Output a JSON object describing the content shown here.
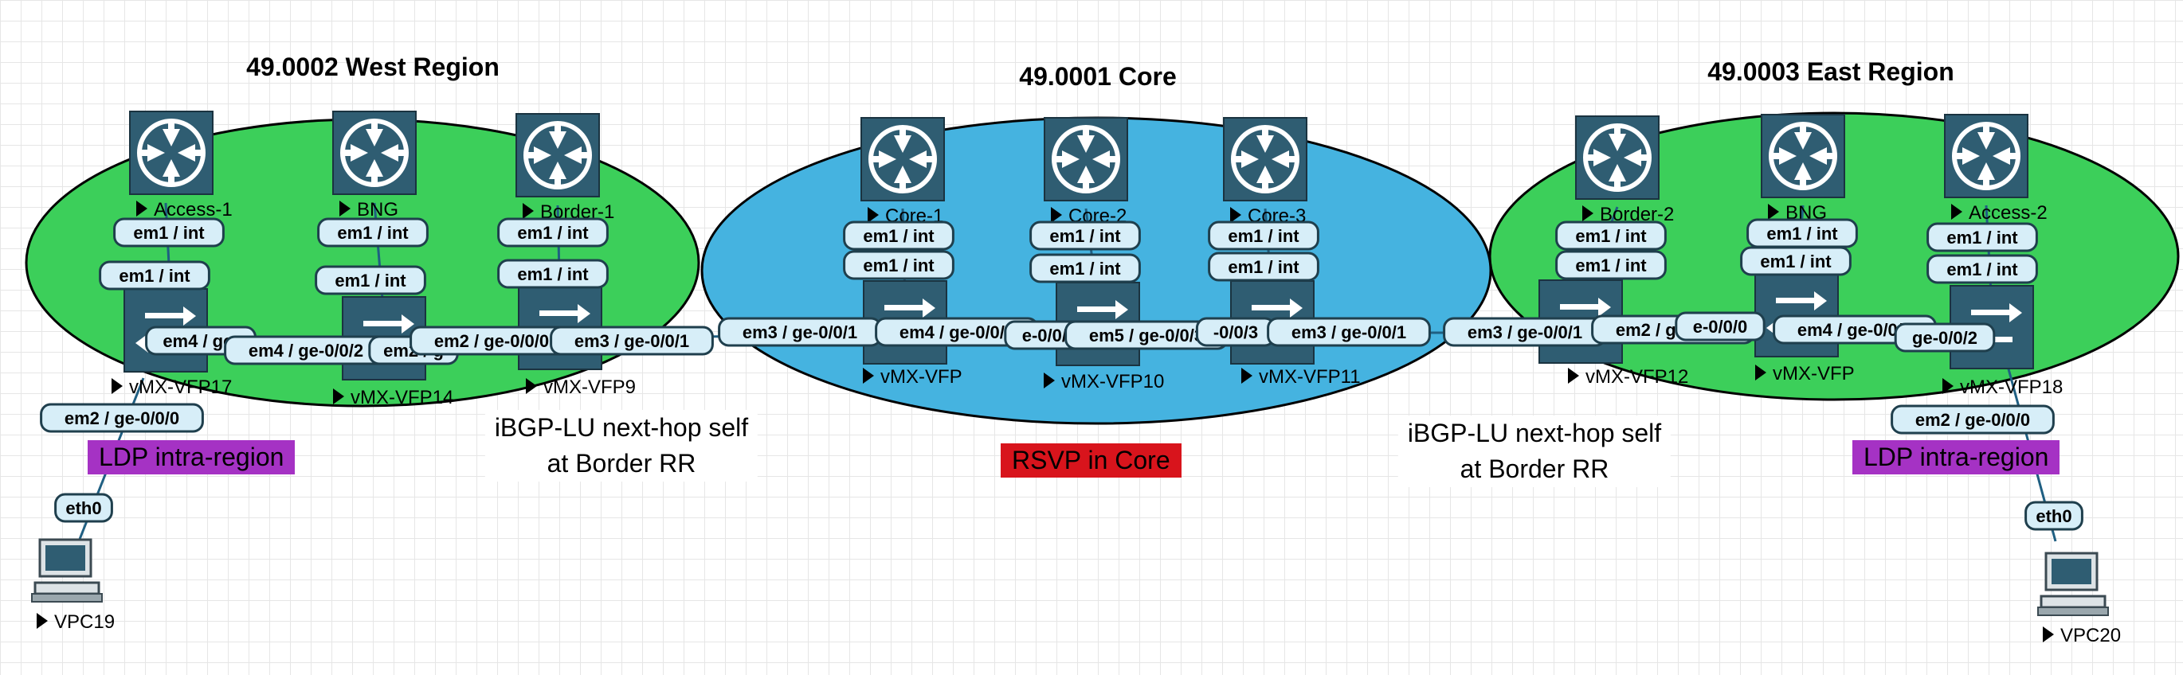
{
  "regions": {
    "west": {
      "title": "49.0002 West Region"
    },
    "core": {
      "title": "49.0001 Core"
    },
    "east": {
      "title": "49.0003 East Region"
    }
  },
  "colors": {
    "region_green": "#3ccf5a",
    "region_blue": "#45b3e0",
    "device_fill": "#2f5d72",
    "label_fill": "#d7eef8",
    "label_stroke": "#1f3f4d",
    "link": "#1f5f82",
    "ldp_box": "#a532c4",
    "rsvp_box": "#d8141c"
  },
  "notes": {
    "west_line1": "iBGP-LU next-hop self",
    "west_line2": "at Border RR",
    "east_line1": "iBGP-LU next-hop self",
    "east_line2": "at Border RR",
    "ldp_west": "LDP intra-region",
    "rsvp_core": "RSVP in Core",
    "ldp_east": "LDP intra-region"
  },
  "routers": [
    {
      "id": "access1",
      "name": "Access-1",
      "icon": "router-icon"
    },
    {
      "id": "bng-west",
      "name": "BNG",
      "icon": "router-icon"
    },
    {
      "id": "border1",
      "name": "Border-1",
      "icon": "router-icon"
    },
    {
      "id": "core1",
      "name": "Core-1",
      "icon": "router-icon"
    },
    {
      "id": "core2",
      "name": "Core-2",
      "icon": "router-icon"
    },
    {
      "id": "core3",
      "name": "Core-3",
      "icon": "router-icon"
    },
    {
      "id": "border2",
      "name": "Border-2",
      "icon": "router-icon"
    },
    {
      "id": "bng-east",
      "name": "BNG",
      "icon": "router-icon"
    },
    {
      "id": "access2",
      "name": "Access-2",
      "icon": "router-icon"
    }
  ],
  "switches": [
    {
      "id": "vfp17",
      "name": "vMX-VFP17",
      "icon": "switch-icon"
    },
    {
      "id": "vfp14",
      "name": "vMX-VFP14",
      "icon": "switch-icon"
    },
    {
      "id": "vfp9",
      "name": "vMX-VFP9",
      "icon": "switch-icon"
    },
    {
      "id": "vfp-core",
      "name": "vMX-VFP",
      "icon": "switch-icon"
    },
    {
      "id": "vfp10",
      "name": "vMX-VFP10",
      "icon": "switch-icon"
    },
    {
      "id": "vfp11",
      "name": "vMX-VFP11",
      "icon": "switch-icon"
    },
    {
      "id": "vfp12",
      "name": "vMX-VFP12",
      "icon": "switch-icon"
    },
    {
      "id": "vfp-east",
      "name": "vMX-VFP",
      "icon": "switch-icon"
    },
    {
      "id": "vfp18",
      "name": "vMX-VFP18",
      "icon": "switch-icon"
    }
  ],
  "hosts": [
    {
      "id": "vpc19",
      "name": "VPC19",
      "icon": "computer-icon"
    },
    {
      "id": "vpc20",
      "name": "VPC20",
      "icon": "computer-icon"
    }
  ],
  "interfaces": [
    {
      "id": "a1-top",
      "text": "em1 / int"
    },
    {
      "id": "a1-bot",
      "text": "em1 / int"
    },
    {
      "id": "bw-top",
      "text": "em1 / int"
    },
    {
      "id": "bw-bot",
      "text": "em1 / int"
    },
    {
      "id": "b1-top",
      "text": "em1 / int"
    },
    {
      "id": "b1-bot",
      "text": "em1 / int"
    },
    {
      "id": "c1-top",
      "text": "em1 / int"
    },
    {
      "id": "c1-bot",
      "text": "em1 / int"
    },
    {
      "id": "c2-top",
      "text": "em1 / int"
    },
    {
      "id": "c2-bot",
      "text": "em1 / int"
    },
    {
      "id": "c3-top",
      "text": "em1 / int"
    },
    {
      "id": "c3-bot",
      "text": "em1 / int"
    },
    {
      "id": "b2-top",
      "text": "em1 / int"
    },
    {
      "id": "b2-bot",
      "text": "em1 / int"
    },
    {
      "id": "be-top",
      "text": "em1 / int"
    },
    {
      "id": "be-bot",
      "text": "em1 / int"
    },
    {
      "id": "a2-top",
      "text": "em1 / int"
    },
    {
      "id": "a2-bot",
      "text": "em1 / int"
    },
    {
      "id": "v17-em4",
      "text": "em4 / ge-"
    },
    {
      "id": "v14-em4",
      "text": "em4 / ge-0/0/2"
    },
    {
      "id": "v14-em2",
      "text": "em2 / g"
    },
    {
      "id": "v9-em2",
      "text": "em2 / ge-0/0/0"
    },
    {
      "id": "v9-em3",
      "text": "em3 / ge-0/0/1"
    },
    {
      "id": "vc-em3",
      "text": "em3 / ge-0/0/1"
    },
    {
      "id": "vc-em4",
      "text": "em4 / ge-0/0/2"
    },
    {
      "id": "v10-em4",
      "text": "e-0/0/2"
    },
    {
      "id": "v10-em5",
      "text": "em5 / ge-0/0/3"
    },
    {
      "id": "v11-em5",
      "text": "-0/0/3"
    },
    {
      "id": "v11-em3",
      "text": "em3 / ge-0/0/1"
    },
    {
      "id": "v12-em3",
      "text": "em3 / ge-0/0/1"
    },
    {
      "id": "v12-em2",
      "text": "em2 / ge-0/0/0"
    },
    {
      "id": "ve-em2",
      "text": "e-0/0/0"
    },
    {
      "id": "ve-em4",
      "text": "em4 / ge-0/0/2"
    },
    {
      "id": "v18-em4",
      "text": "ge-0/0/2"
    },
    {
      "id": "v17-em2",
      "text": "em2 / ge-0/0/0"
    },
    {
      "id": "v18-em2",
      "text": "em2 / ge-0/0/0"
    },
    {
      "id": "vpc19-eth0",
      "text": "eth0"
    },
    {
      "id": "vpc20-eth0",
      "text": "eth0"
    }
  ]
}
